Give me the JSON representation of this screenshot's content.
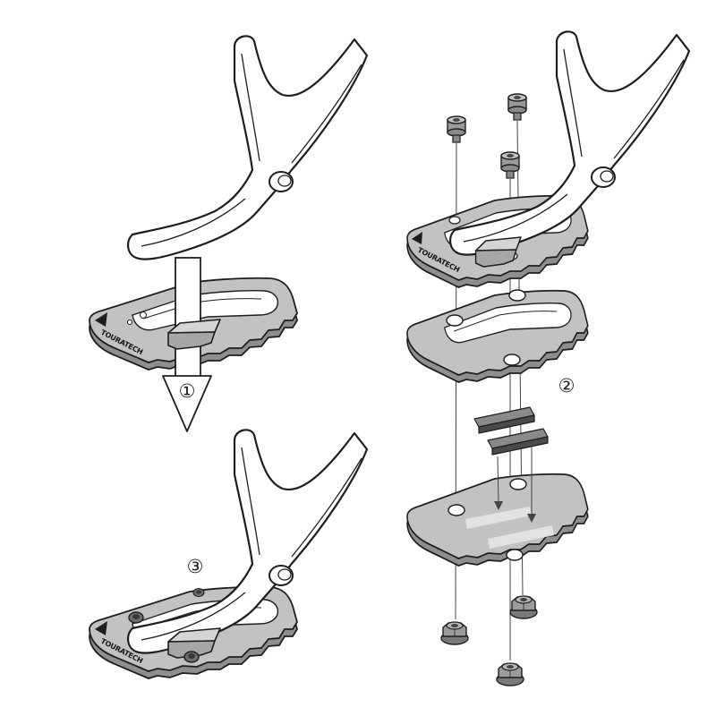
{
  "steps": {
    "step1": "①",
    "step2": "②",
    "step3": "③"
  },
  "logo_text": "TOURATECH",
  "colors": {
    "outline": "#1e1e1e",
    "plate_face": "#c2c2c2",
    "plate_edge": "#8e8e8e",
    "hardware": "#8a8a8a",
    "rubber_strip": "#5a5a5a"
  }
}
